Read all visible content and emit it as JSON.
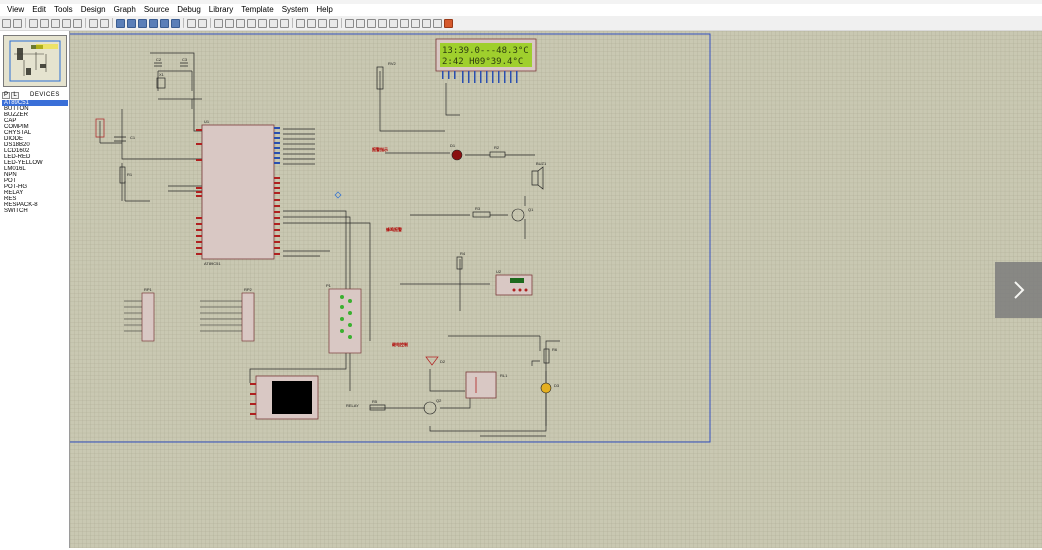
{
  "menu": [
    "View",
    "Edit",
    "Tools",
    "Design",
    "Graph",
    "Source",
    "Debug",
    "Library",
    "Template",
    "System",
    "Help"
  ],
  "panel": {
    "mode_p": "P",
    "mode_l": "L",
    "devices_label": "DEVICES",
    "devices": [
      "AT89C51",
      "BUTTON",
      "BUZZER",
      "CAP",
      "COMPIM",
      "CRYSTAL",
      "DIODE",
      "DS18B20",
      "LCD1602",
      "LED-RED",
      "LED-YELLOW",
      "LM016L",
      "NPN",
      "POT",
      "POT-HG",
      "RELAY",
      "RES",
      "RESPACK-8",
      "SWITCH"
    ],
    "selected_index": 0
  },
  "lcd": {
    "line1": "13:39.0---48.3°C",
    "line2": "2:42 H09°39.4°C"
  },
  "labels": {
    "u1": "U1",
    "u1_type": "AT89C51",
    "x1": "X1",
    "c1": "C1",
    "c2": "C2",
    "c3": "C3",
    "r1": "R1",
    "rp1": "RP1",
    "rp2": "RP2",
    "p1": "P1",
    "rv2": "RV2",
    "d1": "D1",
    "r2": "R2",
    "buz": "BUZ1",
    "r3": "R3",
    "q1": "Q1",
    "r4": "R4",
    "u2": "U2",
    "d2": "D2",
    "rl1": "RL1",
    "r5": "R5",
    "q2": "Q2",
    "r6": "R6",
    "d3": "D3",
    "relay": "RELAY",
    "red1": "报警指示",
    "red2": "蜂鸣报警",
    "red3": "继电控制"
  }
}
